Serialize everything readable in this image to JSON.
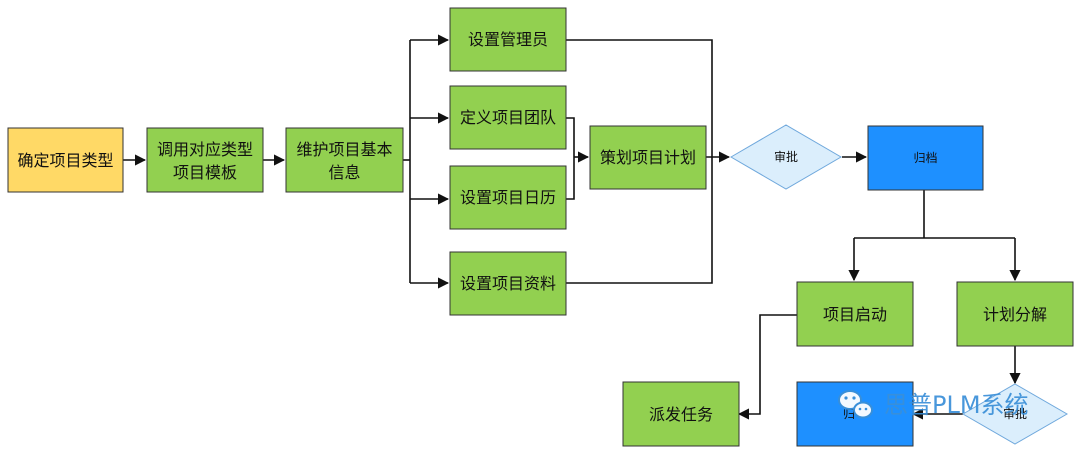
{
  "colors": {
    "green": "#92d050",
    "yellow": "#ffd966",
    "blue": "#1e90ff",
    "diamond": "#dbeefc",
    "diamond_stroke": "#6fa8dc",
    "watermark": "#3a8fd8"
  },
  "nodes": {
    "confirm_type": {
      "label": "确定项目类型"
    },
    "call_template": {
      "lines": [
        "调用对应类型",
        "项目模板"
      ]
    },
    "maintain_info": {
      "lines": [
        "维护项目基本",
        "信息"
      ]
    },
    "set_admin": {
      "label": "设置管理员"
    },
    "define_team": {
      "label": "定义项目团队"
    },
    "set_calendar": {
      "label": "设置项目日历"
    },
    "set_materials": {
      "label": "设置项目资料"
    },
    "plan_project": {
      "label": "策划项目计划"
    },
    "approve_1": {
      "label": "审批"
    },
    "archive_1": {
      "label": "归档"
    },
    "project_start": {
      "label": "项目启动"
    },
    "plan_decompose": {
      "label": "计划分解"
    },
    "dispatch_task": {
      "label": "派发任务"
    },
    "archive_2": {
      "label": "归"
    },
    "approve_2": {
      "label": "审批"
    }
  },
  "watermark": {
    "text": "思普PLM系统",
    "icon": "wechat-icon"
  }
}
